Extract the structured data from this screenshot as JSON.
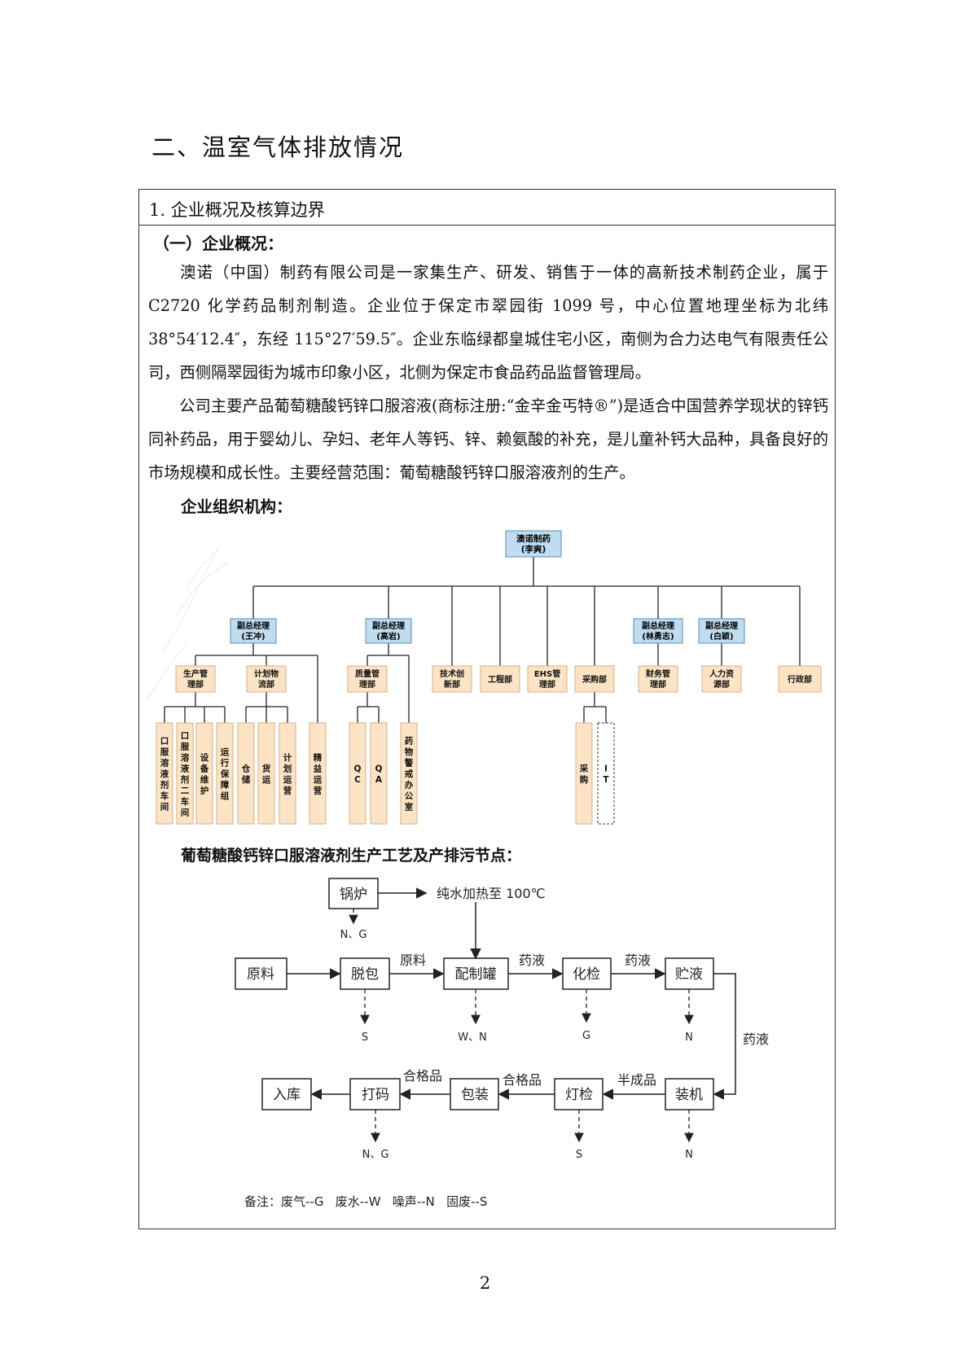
{
  "section_title": "二、温室气体排放情况",
  "box_title": "1. 企业概况及核算边界",
  "subsection_title": "（一）企业概况：",
  "paragraph1": "澳诺（中国）制药有限公司是一家集生产、研发、销售于一体的高新技术制药企业，属于 C2720 化学药品制剂制造。企业位于保定市翠园街 1099 号，中心位置地理坐标为北纬 38°54′12.4″，东经 115°27′59.5″。企业东临绿都皇城住宅小区，南侧为合力达电气有限责任公司，西侧隔翠园街为城市印象小区，北侧为保定市食品药品监督管理局。",
  "paragraph2": "公司主要产品葡萄糖酸钙锌口服溶液(商标注册:“金辛金丐特®”)是适合中国营养学现状的锌钙同补药品，用于婴幼儿、孕妇、老年人等钙、锌、赖氨酸的补充，是儿童补钙大品种，具备良好的市场规模和成长性。主要经营范围：葡萄糖酸钙锌口服溶液剂的生产。",
  "org_label": "企业组织机构：",
  "org_chart": {
    "root": [
      "澳诺制药",
      "(李爽)"
    ],
    "vp1": [
      "副总经理",
      "(王冲)"
    ],
    "vp2": [
      "副总经理",
      "(高岩)"
    ],
    "vp3": [
      "副总经理",
      "(林勇志)"
    ],
    "vp4": [
      "副总经理",
      "(白颖)"
    ],
    "dept_production": [
      "生产管",
      "理部"
    ],
    "dept_planning": [
      "计划物",
      "流部"
    ],
    "dept_quality": [
      "质量管",
      "理部"
    ],
    "dept_tech": [
      "技术创",
      "新部"
    ],
    "dept_engineering": "工程部",
    "dept_ehs": [
      "EHS管",
      "理部"
    ],
    "dept_purchase": "采购部",
    "dept_finance": [
      "财务管",
      "理部"
    ],
    "dept_hr": [
      "人力资",
      "源部"
    ],
    "dept_admin": "行政部",
    "unit_workshop1": "口服溶液剂车间",
    "unit_workshop2": "口服溶液剂二车间",
    "unit_maintenance": "设备维护",
    "unit_ops": "运行保障组",
    "unit_storage": "仓储",
    "unit_freight": "货运",
    "unit_planops": "计划运营",
    "unit_lean": "精益运营",
    "unit_qc": "QC",
    "unit_qa": "QA",
    "unit_pv": "药物警戒办公室",
    "unit_procurement": "采购",
    "unit_it": "IT"
  },
  "flow_label": "葡萄糖酸钙锌口服溶液剂生产工艺及产排污节点：",
  "flow_chart": {
    "boiler": "锅炉",
    "heat": "纯水加热至 100℃",
    "boiler_emit": "N、G",
    "raw": "原料",
    "unpack": "脱包",
    "mixing": "配制罐",
    "assay": "化检",
    "storage": "贮液",
    "filling": "装机",
    "lamp": "灯检",
    "pack": "包装",
    "code": "打码",
    "warehouse": "入库",
    "edge_raw": "原料",
    "edge_liquid1": "药液",
    "edge_liquid2": "药液",
    "edge_liquid3": "药液",
    "edge_semi": "半成品",
    "edge_qualified1": "合格品",
    "edge_qualified2": "合格品",
    "emit_unpack": "S",
    "emit_mixing": "W、N",
    "emit_assay": "G",
    "emit_storage": "N",
    "emit_filling": "N",
    "emit_lamp": "S",
    "emit_code": "N、G",
    "note": "备注：废气--G   废水--W   噪声--N   固废--S"
  },
  "page_number": "2",
  "colors": {
    "leader_fill": "#bfdcf0",
    "leader_stroke": "#5a8fb8",
    "dept_fill": "#fbe3c4",
    "dept_stroke": "#d4b08a",
    "line": "#222222"
  }
}
